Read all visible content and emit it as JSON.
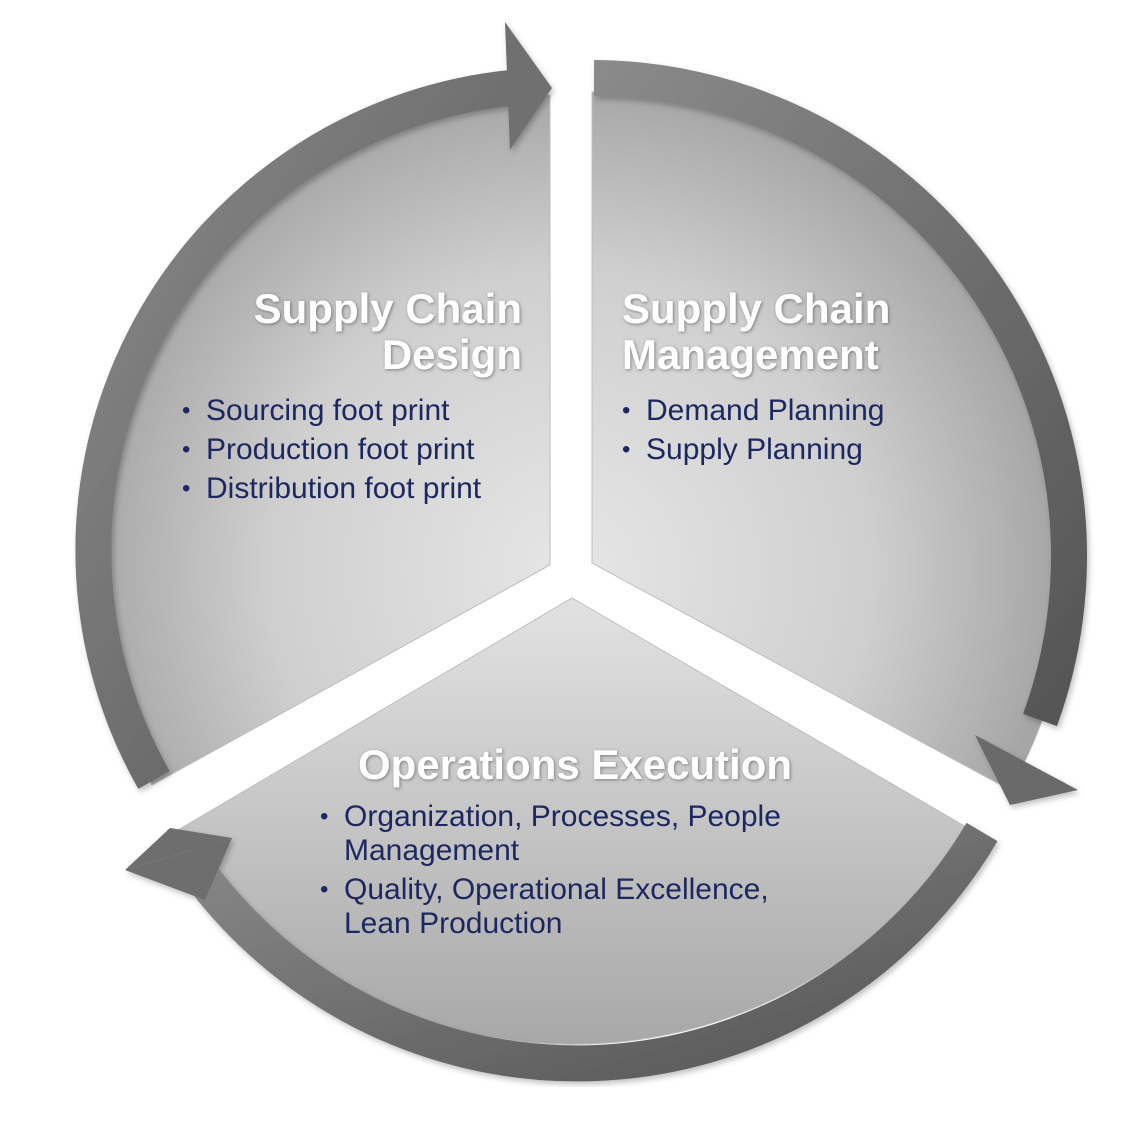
{
  "segments": [
    {
      "title": "Supply Chain Design",
      "items": [
        "Sourcing foot print",
        "Production foot print",
        "Distribution foot print"
      ]
    },
    {
      "title": "Supply Chain Management",
      "items": [
        "Demand Planning",
        "Supply Planning"
      ]
    },
    {
      "title": "Operations Execution",
      "items": [
        "Organization, Processes, People Management",
        "Quality, Operational Excellence, Lean Production"
      ]
    }
  ],
  "colors": {
    "segment_light": "#d9d9d9",
    "segment_dark": "#a6a6a6",
    "arrow": "#6d6d6d",
    "title_text": "#ffffff",
    "bullet_text": "#1d2860"
  }
}
